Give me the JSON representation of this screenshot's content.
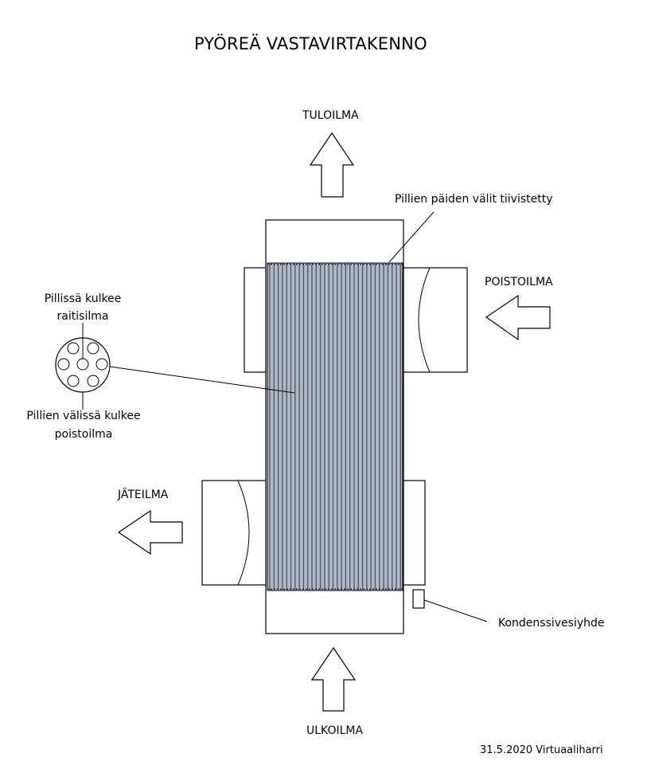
{
  "title": "PYÖREÄ VASTAVIRTAKENNO",
  "labels": {
    "supply_air": "TULOILMA",
    "exhaust_air": "POISTOILMA",
    "waste_air": "JÄTEILMA",
    "outdoor_air": "ULKOILMA",
    "tube_ends_sealed": "Pillien päiden välit tiivistetty",
    "in_tubes_line1": "Pillissä kulkee",
    "in_tubes_line2": "raitisilma",
    "between_tubes_line1": "Pillien välissä kulkee",
    "between_tubes_line2": "poistoilma",
    "condensate": "Kondenssivesiyhde"
  },
  "footer": "31.5.2020 Virtuaaliharri",
  "colors": {
    "tube_fill": "#b0b8c4",
    "tube_stripe": "#4a5566",
    "outline": "#000000"
  }
}
